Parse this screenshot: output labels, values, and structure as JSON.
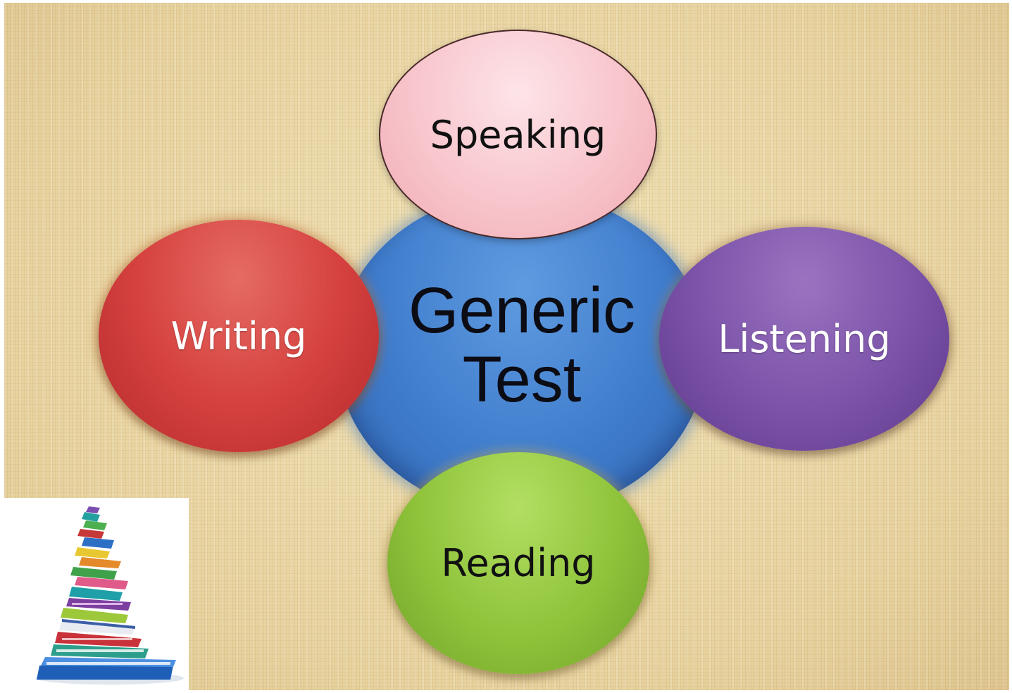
{
  "diagram": {
    "center": {
      "line1": "Generic",
      "line2": "Test",
      "color": "#3f7ccc"
    },
    "nodes": [
      {
        "id": "speaking",
        "label": "Speaking",
        "color": "#f7c2c9"
      },
      {
        "id": "writing",
        "label": "Writing",
        "color": "#d64240"
      },
      {
        "id": "listening",
        "label": "Listening",
        "color": "#7a52a8"
      },
      {
        "id": "reading",
        "label": "Reading",
        "color": "#8fc33a"
      }
    ]
  },
  "decoration": {
    "icon": "stack-of-books-icon",
    "background": "#ead7a6"
  }
}
